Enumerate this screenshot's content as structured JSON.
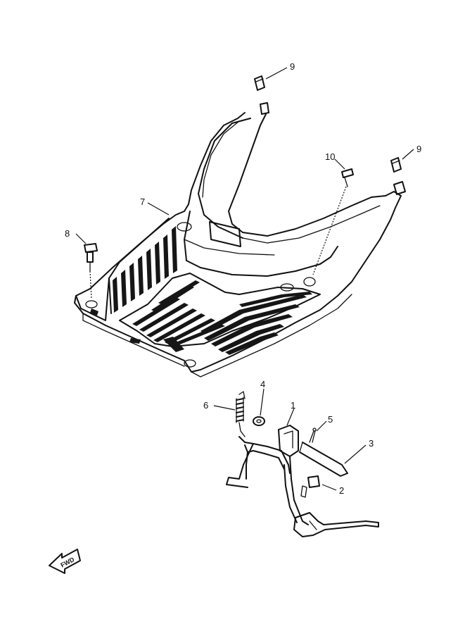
{
  "callouts": [
    {
      "id": "c1",
      "label": "1"
    },
    {
      "id": "c2",
      "label": "2"
    },
    {
      "id": "c3",
      "label": "3"
    },
    {
      "id": "c4",
      "label": "4"
    },
    {
      "id": "c5",
      "label": "5"
    },
    {
      "id": "c6",
      "label": "6"
    },
    {
      "id": "c7",
      "label": "7"
    },
    {
      "id": "c8",
      "label": "8"
    },
    {
      "id": "c9a",
      "label": "9"
    },
    {
      "id": "c9b",
      "label": "9"
    },
    {
      "id": "c10",
      "label": "10"
    }
  ],
  "direction_badge": {
    "label": "FWD"
  },
  "colors": {
    "ink": "#111111",
    "paper": "#ffffff"
  }
}
